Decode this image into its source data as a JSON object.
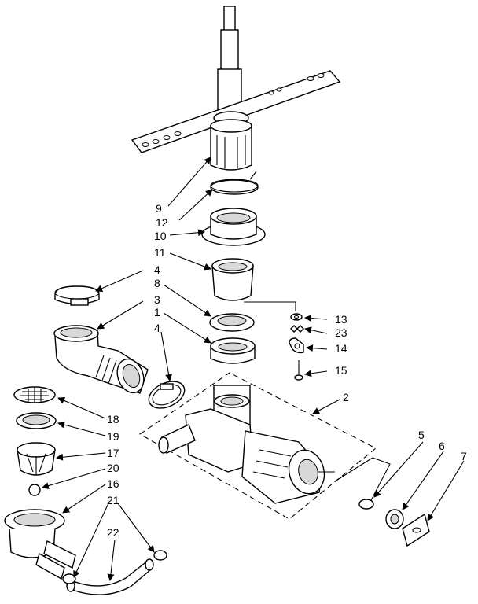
{
  "callouts": {
    "c1": "1",
    "c2": "2",
    "c4a": "4",
    "c4b": "4",
    "c5": "5",
    "c6": "6",
    "c7": "7",
    "c8": "8",
    "c9": "9",
    "c10": "10",
    "c11": "11",
    "c12": "12",
    "c13": "13",
    "c14": "14",
    "c15": "15",
    "c16": "16",
    "c17": "17",
    "c18": "18",
    "c19": "19",
    "c20": "20",
    "c21": "21",
    "c22": "22",
    "c23": "23"
  }
}
